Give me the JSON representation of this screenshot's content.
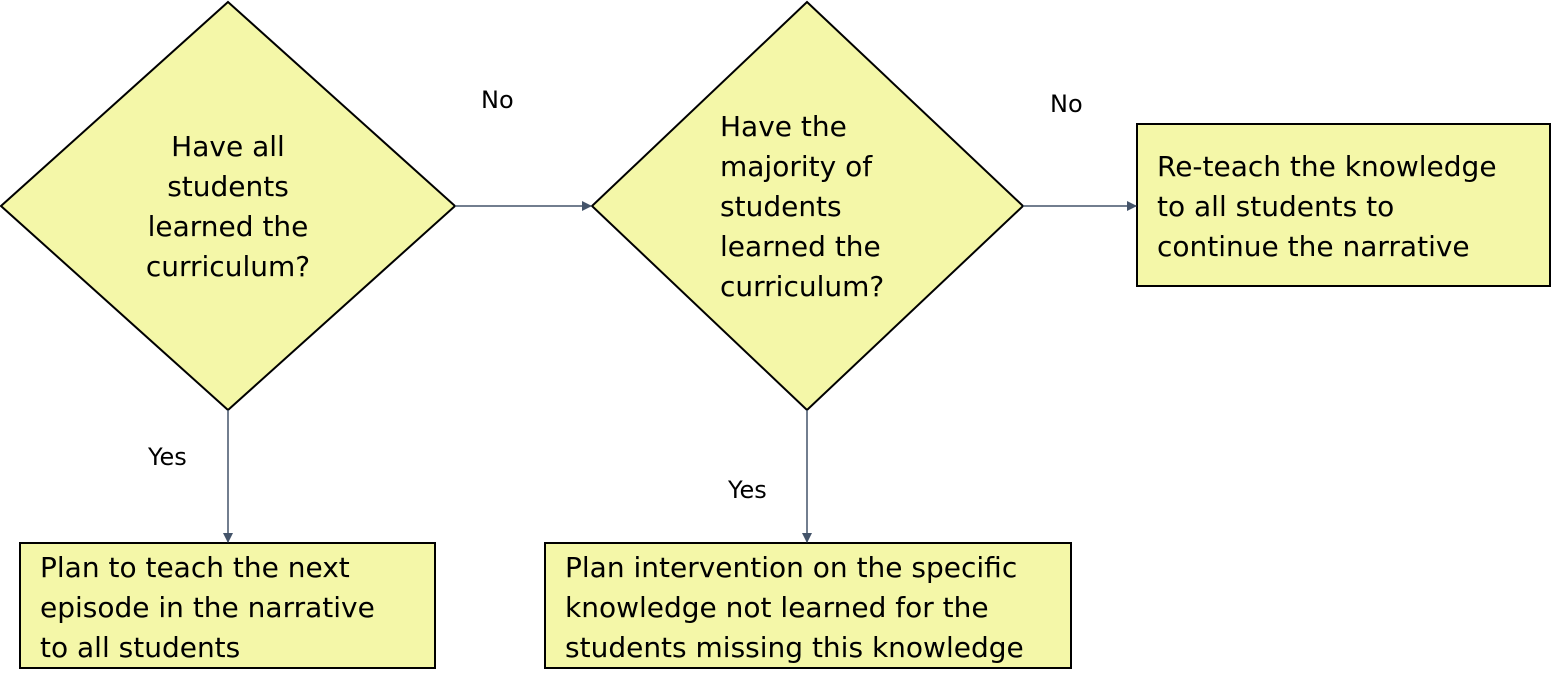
{
  "colors": {
    "shape_fill": "#f4f7a8",
    "shape_stroke": "#000000",
    "connector": "#44546a",
    "text": "#000000"
  },
  "decision_1": {
    "lines": [
      "Have all",
      "students",
      "learned the",
      "curriculum?"
    ]
  },
  "decision_2": {
    "lines": [
      "Have the",
      "majority of",
      "students",
      "learned the",
      "curriculum?"
    ]
  },
  "action_reteach": {
    "lines": [
      "Re-teach the knowledge",
      "to all students to",
      "continue the narrative"
    ]
  },
  "action_next_episode": {
    "lines": [
      "Plan to teach the next",
      "episode in the narrative",
      "to all students"
    ]
  },
  "action_intervention": {
    "lines": [
      "Plan intervention on the specific",
      "knowledge not learned for the",
      "students missing this knowledge"
    ]
  },
  "edge_labels": {
    "d1_no": "No",
    "d2_no": "No",
    "d1_yes": "Yes",
    "d2_yes": "Yes"
  }
}
